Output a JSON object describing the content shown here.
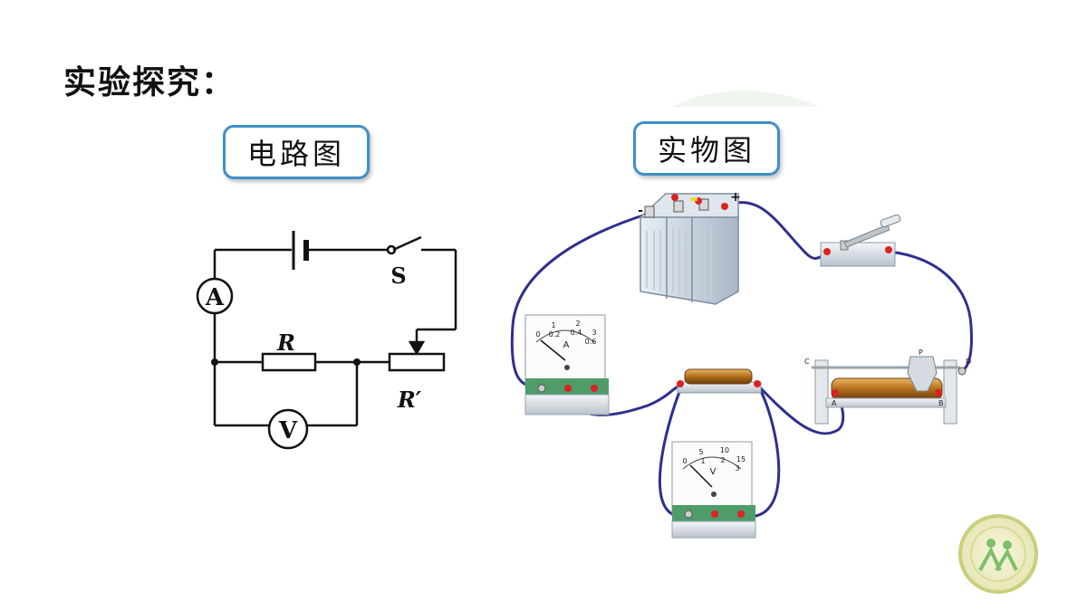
{
  "title": "实验探究：",
  "labels": {
    "circuit_diagram": "电路图",
    "physical_diagram": "实物图"
  },
  "circuit": {
    "switch": "S",
    "ammeter": "A",
    "voltmeter": "V",
    "resistor": "R",
    "rheostat": "R′"
  },
  "physical": {
    "battery_minus": "-",
    "battery_plus": "+",
    "ammeter_letter": "A",
    "ammeter_scale": [
      "0",
      "1",
      "2",
      "3",
      "0.2",
      "0.4",
      "0.6"
    ],
    "voltmeter_letter": "V",
    "voltmeter_scale": [
      "0",
      "5",
      "10",
      "15",
      "1",
      "2",
      "3"
    ],
    "rheostat_terminals": [
      "C",
      "D",
      "P",
      "A",
      "B"
    ]
  },
  "colors": {
    "wire_physical": "#2f2f8e",
    "label_border": "#3f8fc9",
    "resistor_body": "#b8731f"
  }
}
